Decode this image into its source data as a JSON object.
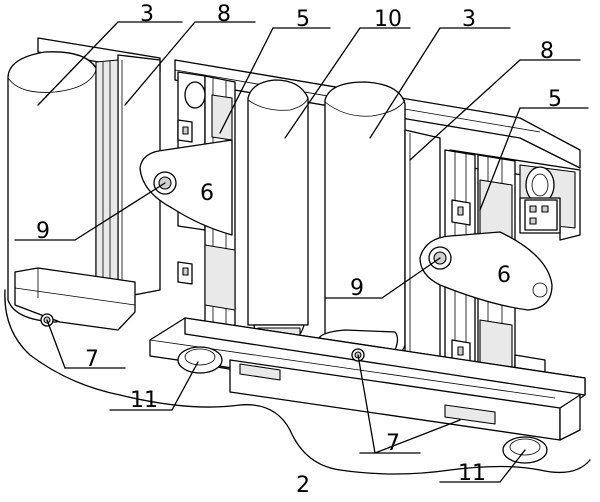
{
  "figure": {
    "labels": {
      "l3a": "3",
      "l8a": "8",
      "l5a": "5",
      "l10": "10",
      "l3b": "3",
      "l8b": "8",
      "l5b": "5",
      "l6a": "6",
      "l9a": "9",
      "l9b": "9",
      "l6b": "6",
      "l7a": "7",
      "l11a": "11",
      "l7b": "7",
      "l11b": "11",
      "l2": "2"
    }
  }
}
